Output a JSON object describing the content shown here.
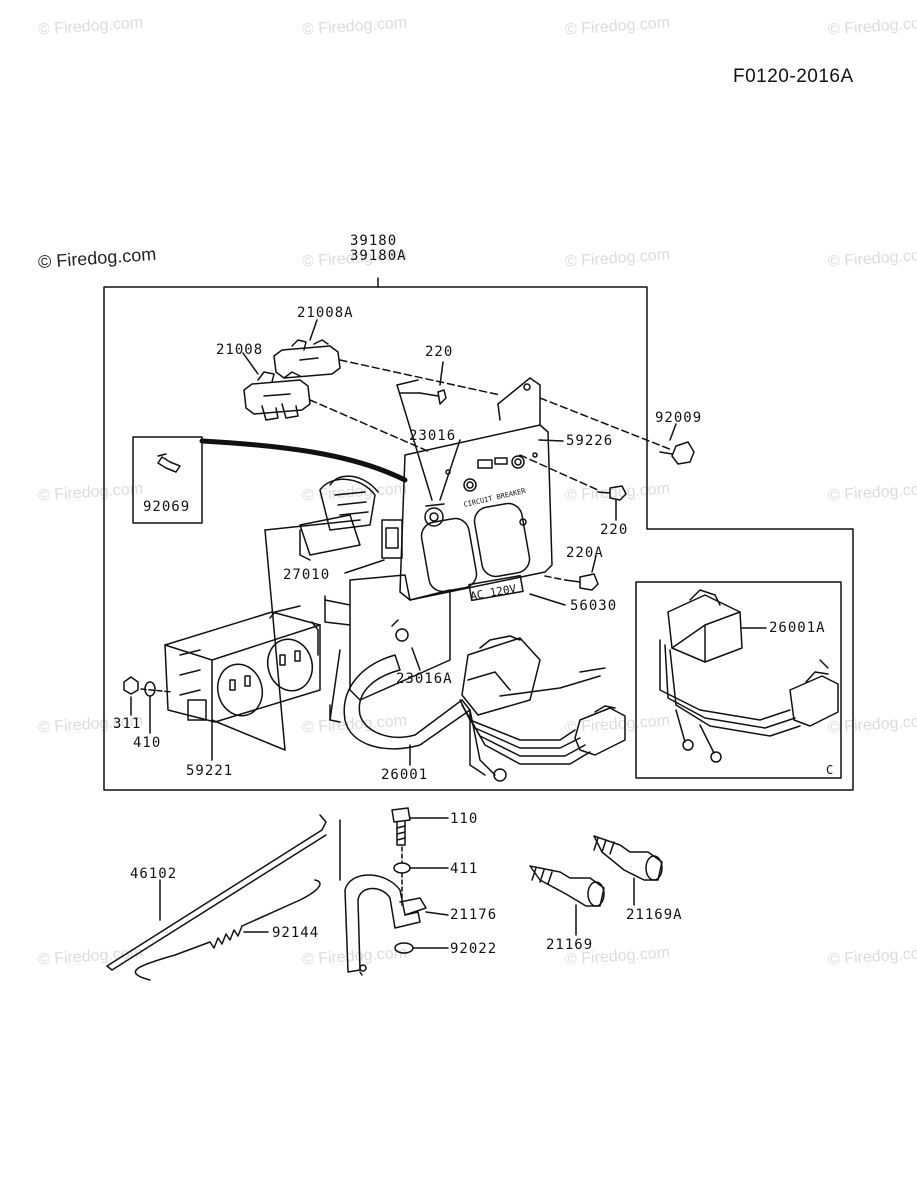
{
  "diagram_code": "F0120-2016A",
  "watermark": "© Firedog.com",
  "panel_labels": {
    "ac_label": "AC 120V",
    "circuit_breaker": "CIRCUIT BREAKER",
    "inset_tag": "C"
  },
  "part_numbers": {
    "p39180": "39180",
    "p39180A": "39180A",
    "p21008A": "21008A",
    "p21008": "21008",
    "p220_top": "220",
    "p92009": "92009",
    "p23016": "23016",
    "p59226": "59226",
    "p92069": "92069",
    "p220_right": "220",
    "p220A": "220A",
    "p27010": "27010",
    "p56030": "56030",
    "p26001A": "26001A",
    "p23016A": "23016A",
    "p311": "311",
    "p410": "410",
    "p59221": "59221",
    "p26001": "26001",
    "p110": "110",
    "p46102": "46102",
    "p411": "411",
    "p21176": "21176",
    "p92144": "92144",
    "p92022": "92022",
    "p21169A": "21169A",
    "p21169": "21169"
  }
}
